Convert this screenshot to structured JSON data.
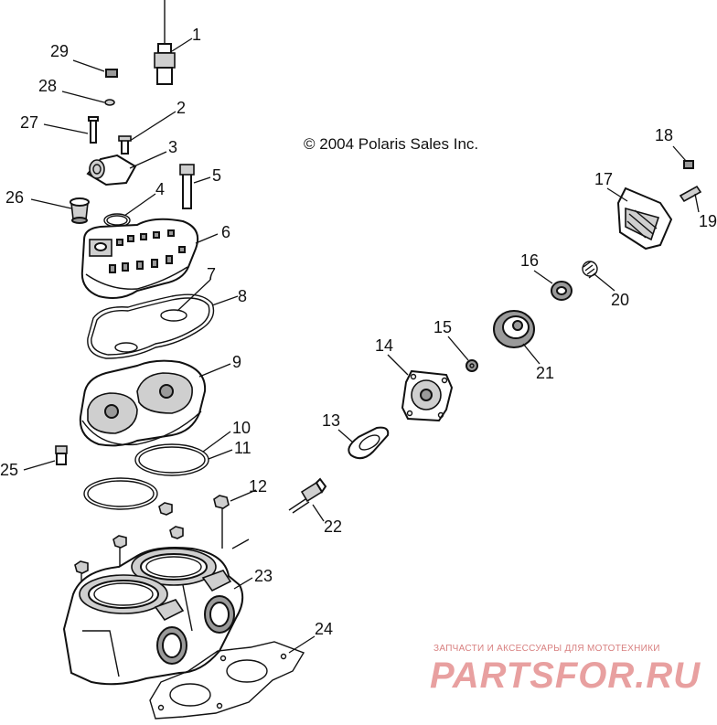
{
  "copyright": "© 2004 Polaris Sales Inc.",
  "watermark": {
    "tagline": "ЗАПЧАСТИ И АКСЕССУАРЫ ДЛЯ МОТОТЕХНИКИ",
    "brand": "PARTSFOR.RU"
  },
  "callouts": {
    "c1": "1",
    "c2": "2",
    "c3": "3",
    "c4": "4",
    "c5": "5",
    "c6": "6",
    "c7": "7",
    "c8": "8",
    "c9": "9",
    "c10": "10",
    "c11": "11",
    "c12": "12",
    "c13": "13",
    "c14": "14",
    "c15": "15",
    "c16": "16",
    "c17": "17",
    "c18": "18",
    "c19": "19",
    "c20": "20",
    "c21": "21",
    "c22": "22",
    "c23": "23",
    "c24": "24",
    "c25": "25",
    "c26": "26",
    "c27": "27",
    "c28": "28",
    "c29": "29"
  }
}
